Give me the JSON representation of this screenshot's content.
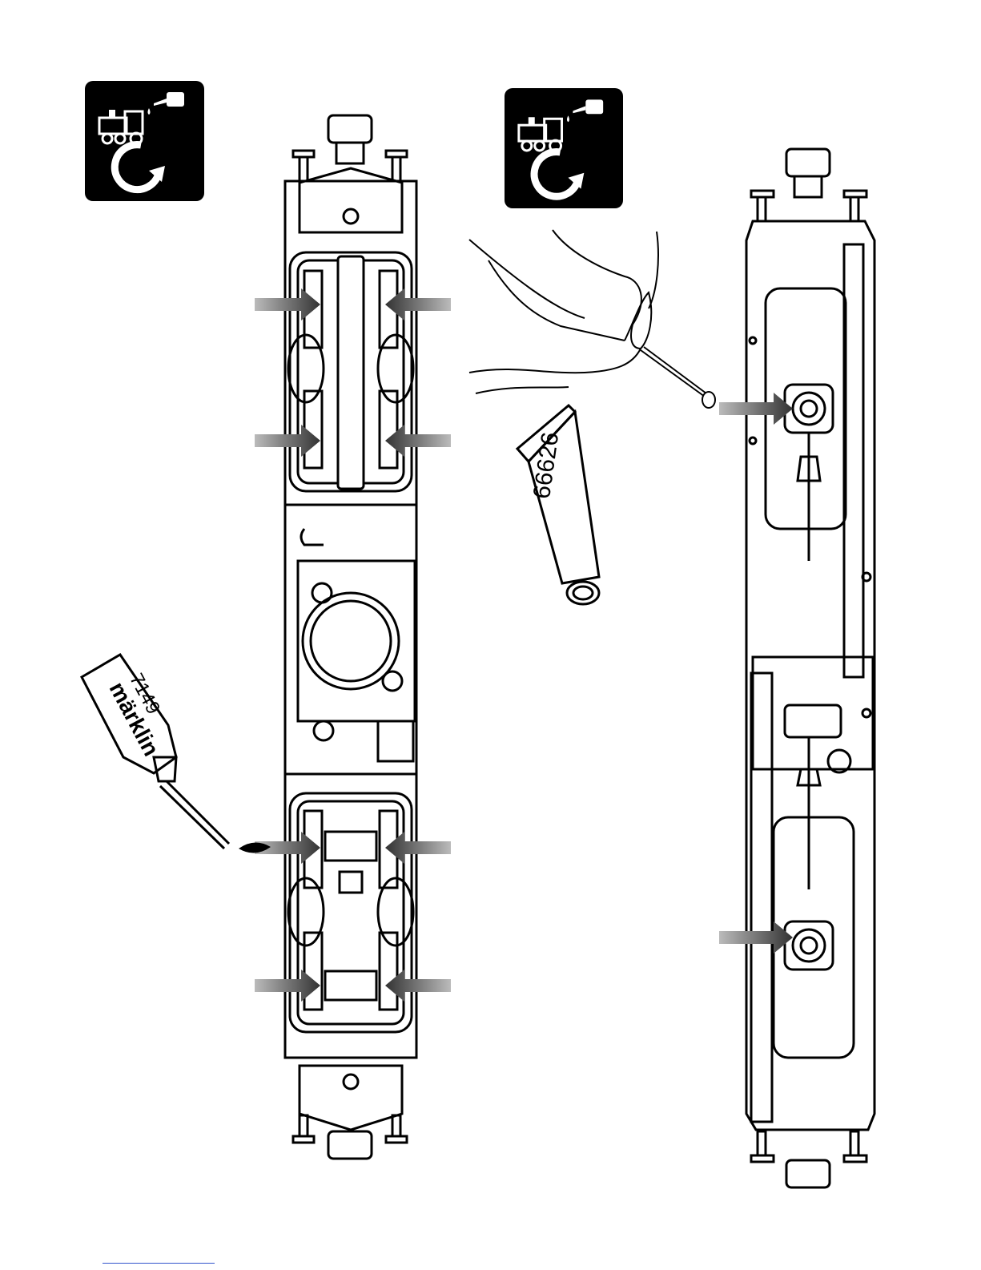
{
  "page": {
    "maintenance_icons": [
      {
        "name": "lubrication-service-icon-left"
      },
      {
        "name": "lubrication-service-icon-right"
      }
    ],
    "oil_bottle": {
      "brand": "märklin",
      "product_number": "7149"
    },
    "grease_tube": {
      "product_number": "66626"
    }
  }
}
